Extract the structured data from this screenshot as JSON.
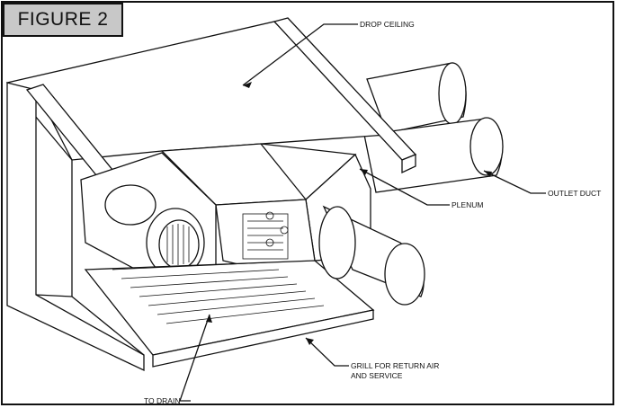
{
  "figure_label": "FIGURE 2",
  "callouts": {
    "drop_ceiling": "DROP CEILING",
    "outlet_duct": "OUTLET DUCT",
    "plenum": "PLENUM",
    "grill_line1": "GRILL FOR RETURN AIR",
    "grill_line2": "AND SERVICE",
    "to_drain": "TO DRAIN"
  },
  "colors": {
    "line": "#111111",
    "label_box": "#c8c8c8",
    "background": "#ffffff"
  }
}
